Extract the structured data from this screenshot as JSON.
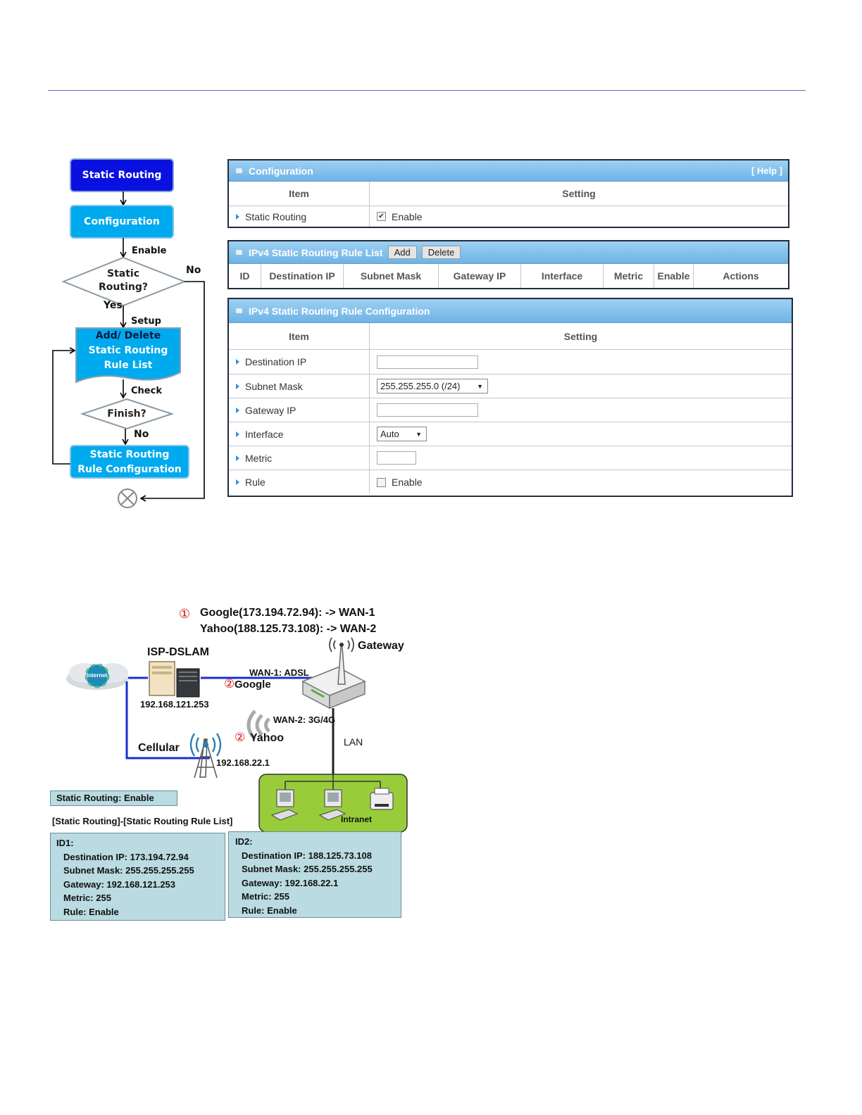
{
  "flowchart": {
    "start": "Static Routing",
    "configuration": "Configuration",
    "enable_label": "Enable",
    "decision1_line1": "Static",
    "decision1_line2": "Routing?",
    "no1": "No",
    "yes1": "Yes",
    "setup_label": "Setup",
    "add_delete_line1": "Add/ Delete",
    "add_delete_line2": "Static Routing",
    "add_delete_line3": "Rule List",
    "check_label": "Check",
    "decision2": "Finish?",
    "no2": "No",
    "rule_config_line1": "Static Routing",
    "rule_config_line2": "Rule Configuration",
    "colors": {
      "primary": "#00aaee",
      "start": "#0a10e0"
    }
  },
  "config_panel": {
    "title": "Configuration",
    "help": "[ Help ]",
    "item_header": "Item",
    "setting_header": "Setting",
    "row_label": "Static Routing",
    "checkbox_label": "Enable",
    "checked": true
  },
  "rule_list_panel": {
    "title": "IPv4 Static Routing Rule List",
    "add": "Add",
    "delete": "Delete",
    "columns": [
      "ID",
      "Destination IP",
      "Subnet Mask",
      "Gateway IP",
      "Interface",
      "Metric",
      "Enable",
      "Actions"
    ]
  },
  "rule_config_panel": {
    "title": "IPv4 Static Routing Rule Configuration",
    "item_header": "Item",
    "setting_header": "Setting",
    "rows": [
      "Destination IP",
      "Subnet Mask",
      "Gateway IP",
      "Interface",
      "Metric",
      "Rule"
    ],
    "subnet_value": "255.255.255.0 (/24)",
    "interface_value": "Auto",
    "rule_checkbox_label": "Enable"
  },
  "scenario": {
    "marker1": "①",
    "marker2": "②",
    "line1": "Google(173.194.72.94): -> WAN-1",
    "line2": "Yahoo(188.125.73.108): -> WAN-2",
    "gateway": "Gateway",
    "isp": "ISP-DSLAM",
    "internet": "Internet",
    "wan1": "WAN-1: ADSL",
    "google": "Google",
    "isp_ip": "192.168.121.253",
    "wan2": "WAN-2: 3G/4G",
    "yahoo": "Yahoo",
    "lan": "LAN",
    "cellular": "Cellular",
    "cell_ip": "192.168.22.1",
    "intranet": "Intranet",
    "static_enable": "Static Routing: Enable",
    "rule_list_caption": "[Static Routing]-[Static Routing Rule List]",
    "id1": [
      "ID1:",
      "Destination IP:  173.194.72.94",
      "Subnet Mask: 255.255.255.255",
      "Gateway: 192.168.121.253",
      "Metric: 255",
      "Rule: Enable"
    ],
    "id2": [
      "ID2:",
      "Destination IP:  188.125.73.108",
      "Subnet Mask: 255.255.255.255",
      "Gateway: 192.168.22.1",
      "Metric: 255",
      "Rule: Enable"
    ]
  }
}
